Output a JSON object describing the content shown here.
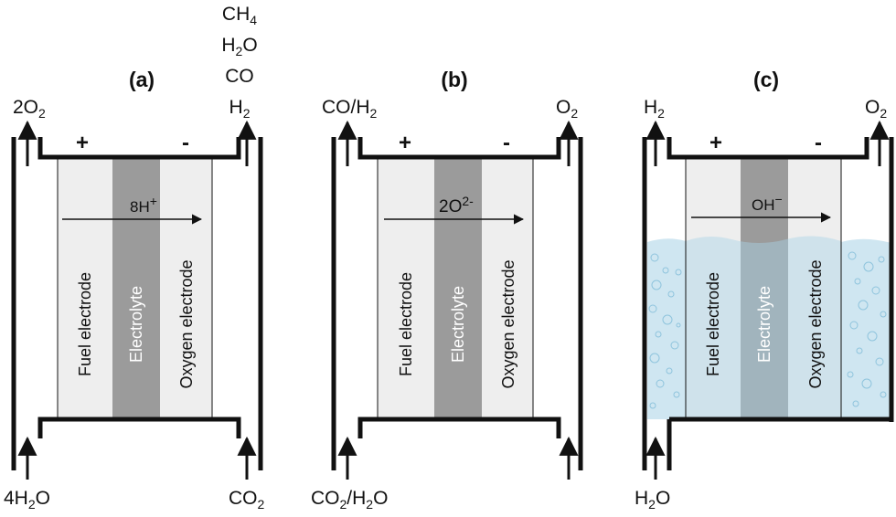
{
  "panels": [
    {
      "id": "a",
      "label": "(a)",
      "top_left_gas": [
        "2O",
        "2"
      ],
      "top_right_gases": [
        "CH4",
        "H2O",
        "CO",
        "H2"
      ],
      "bottom_left_gas": [
        "4H",
        "2",
        "O"
      ],
      "bottom_right_gas": [
        "CO",
        "2"
      ],
      "ion": [
        "8H",
        "+"
      ],
      "plus": "+",
      "minus": "-",
      "layers": [
        "Fuel electrode",
        "Electrolyte",
        "Oxygen electrode"
      ]
    },
    {
      "id": "b",
      "label": "(b)",
      "top_left_gas": [
        "CO/H",
        "2"
      ],
      "top_right_gas": [
        "O",
        "2"
      ],
      "bottom_left_gas": [
        "CO",
        "2",
        "/H",
        "2",
        "O"
      ],
      "ion": [
        "2O",
        "2-"
      ],
      "plus": "+",
      "minus": "-",
      "layers": [
        "Fuel electrode",
        "Electrolyte",
        "Oxygen electrode"
      ]
    },
    {
      "id": "c",
      "label": "(c)",
      "top_left_gas": [
        "H",
        "2"
      ],
      "top_right_gas": [
        "O",
        "2"
      ],
      "bottom_left_gas": [
        "H",
        "2",
        "O"
      ],
      "ion": [
        "OH",
        "−"
      ],
      "plus": "+",
      "minus": "-",
      "layers": [
        "Fuel electrode",
        "Electrolyte",
        "Oxygen electrode"
      ]
    }
  ],
  "colors": {
    "line": "#111111",
    "electrode": "#eeeeee",
    "electrolyte": "#9b9b9b",
    "water": "#cfe6f1",
    "bubble": "#8fc4dd"
  }
}
